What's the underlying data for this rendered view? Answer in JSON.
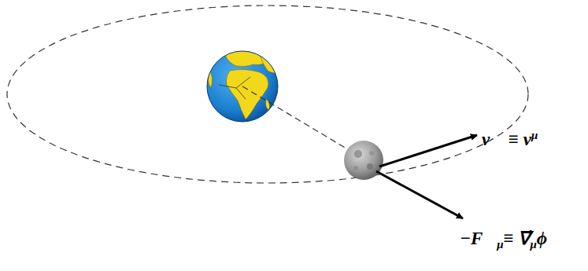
{
  "diagram": {
    "labels": [
      "v⃗ ≡ v",
      "μ",
      "−F⃗",
      "μ",
      "≡ ∇⃗",
      "μ",
      "ϕ"
    ]
  }
}
